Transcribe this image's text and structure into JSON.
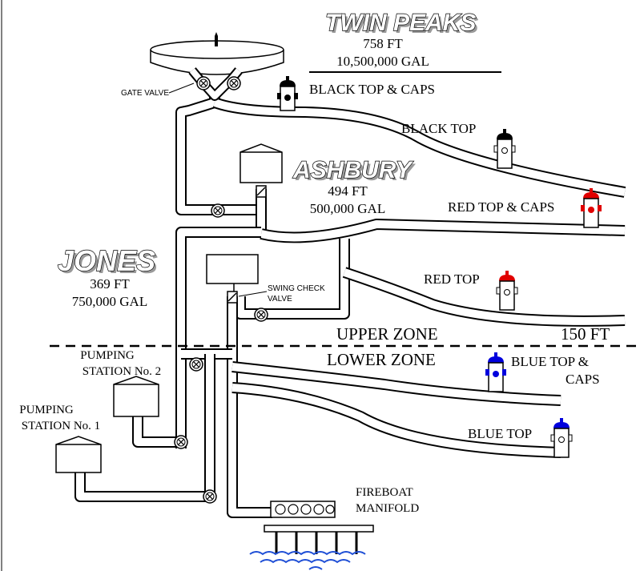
{
  "twin_peaks": {
    "name": "TWIN PEAKS",
    "elevation": "758 FT",
    "capacity": "10,500,000 GAL"
  },
  "ashbury": {
    "name": "ASHBURY",
    "elevation": "494 FT",
    "capacity": "500,000 GAL"
  },
  "jones": {
    "name": "JONES",
    "elevation": "369 FT",
    "capacity": "750,000 GAL"
  },
  "labels": {
    "gate_valve": "GATE VALVE",
    "swing_check_line1": "SWING CHECK",
    "swing_check_line2": "VALVE",
    "pumping_station_2_line1": "PUMPING",
    "pumping_station_2_line2": "STATION No. 2",
    "pumping_station_1_line1": "PUMPING",
    "pumping_station_1_line2": "STATION No. 1",
    "fireboat_line1": "FIREBOAT",
    "fireboat_line2": "MANIFOLD"
  },
  "zones": {
    "upper": "UPPER ZONE",
    "lower": "LOWER ZONE",
    "boundary_elevation": "150 FT"
  },
  "hydrants": {
    "black_top_caps": "BLACK TOP & CAPS",
    "black_top": "BLACK TOP",
    "red_top_caps": "RED TOP & CAPS",
    "red_top": "RED TOP",
    "blue_top_caps_line1": "BLUE TOP &",
    "blue_top_caps_line2": "CAPS",
    "blue_top": "BLUE TOP"
  },
  "colors": {
    "black": "#000000",
    "red": "#e00000",
    "blue": "#0000dd",
    "water": "#1f4fd6"
  }
}
